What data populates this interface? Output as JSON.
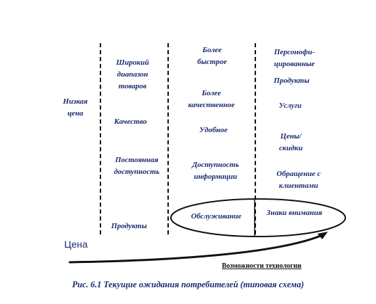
{
  "columns": {
    "price": {
      "items": [
        [
          "Низкая",
          "цена"
        ]
      ]
    },
    "product": {
      "items": [
        [
          "Широкий",
          "диапазон",
          "товаров"
        ],
        [
          "Качество"
        ],
        [
          "Постоянная",
          "доступность"
        ],
        [
          "Продукты"
        ]
      ]
    },
    "service": {
      "items": [
        [
          "Более",
          "быстрое"
        ],
        [
          "Более",
          "качественное"
        ],
        [
          "Удобное"
        ],
        [
          "Доступность",
          "информации"
        ],
        [
          "Обслуживание"
        ]
      ]
    },
    "personal": {
      "items": [
        [
          "Персонофи-",
          "цированные"
        ],
        [
          "Продукты"
        ],
        [
          "Услуги"
        ],
        [
          "Цены/",
          "скидки"
        ],
        [
          "Обращение с",
          "клиентами"
        ],
        [
          "Знаки внимания"
        ]
      ]
    }
  },
  "axis": {
    "price_label": "Цена",
    "tech_label": "Возможности технологии"
  },
  "caption": "Рис. 6.1 Текущие ожидания потребителей (типовая схема)",
  "colors": {
    "text": "#1a2a6e",
    "lines": "#111111"
  }
}
